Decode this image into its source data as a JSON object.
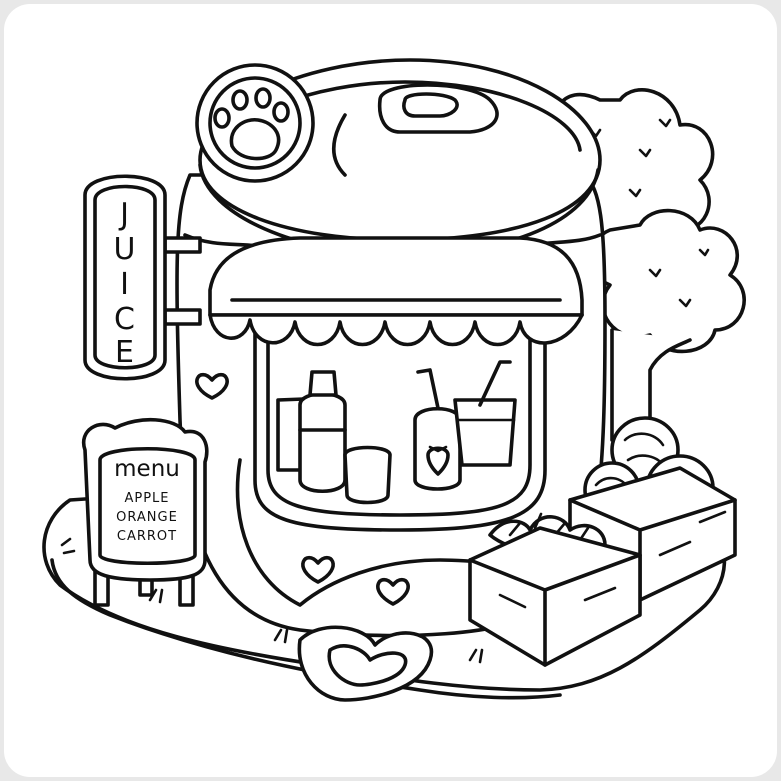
{
  "sign": {
    "letters": [
      "J",
      "U",
      "I",
      "C",
      "E"
    ]
  },
  "menu_board": {
    "title": "menu",
    "items": [
      "APPLE",
      "ORANGE",
      "CARROT"
    ]
  },
  "icons": {
    "paw": "paw-print-icon",
    "strawberry": "strawberry-icon",
    "heart": "heart-icon"
  },
  "colors": {
    "ink": "#111111",
    "paper": "#ffffff",
    "background": "#e8e8e8"
  }
}
